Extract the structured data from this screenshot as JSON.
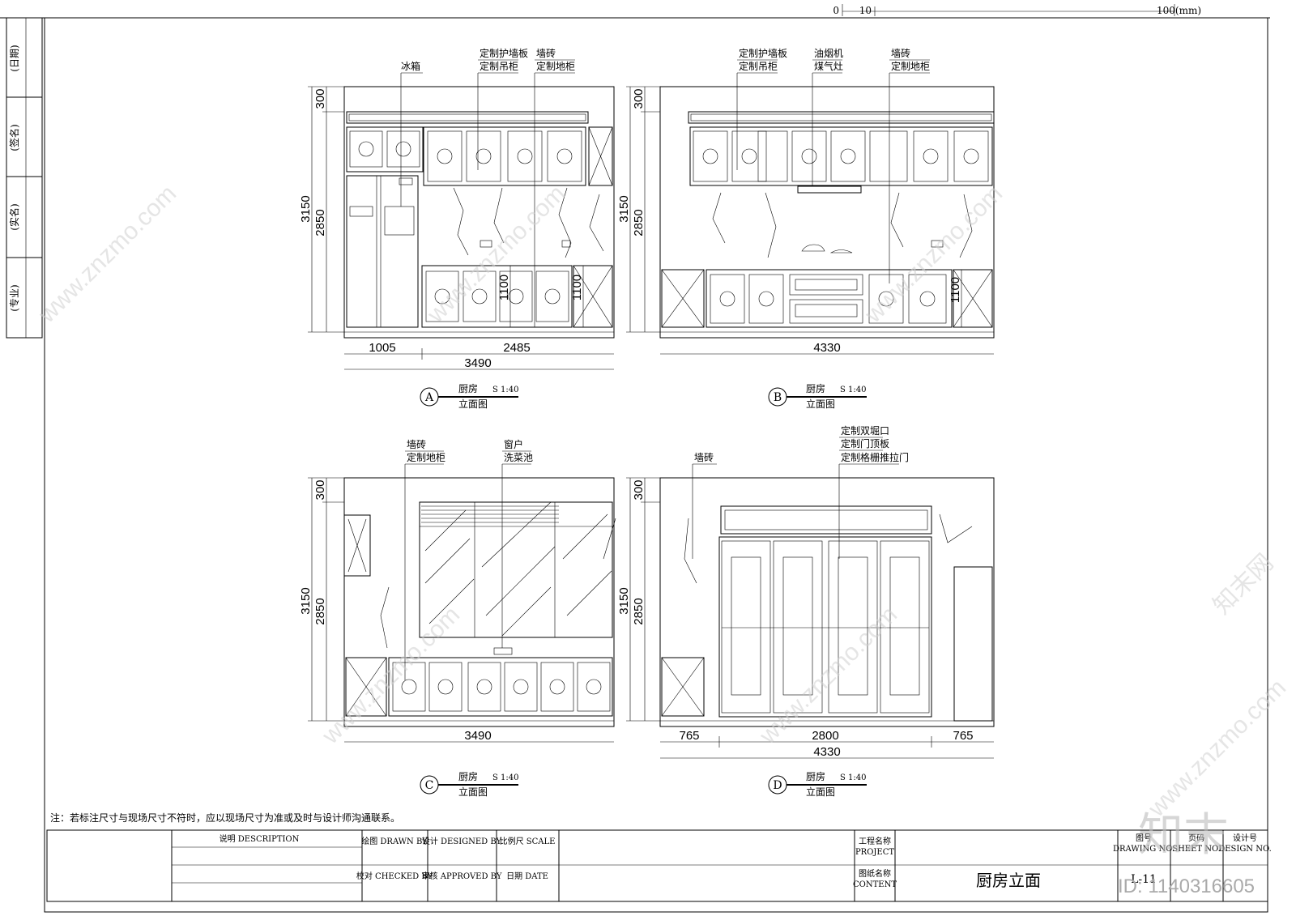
{
  "scale_bar": {
    "zero": "0",
    "ten": "10",
    "hundred": "100(mm)"
  },
  "side_strip": {
    "date": "(日期)",
    "sign": "(签名)",
    "real_name": "(实名)",
    "major": "(专业)"
  },
  "views": [
    {
      "id": "A",
      "title": "厨房",
      "scale": "S 1:40",
      "subtitle": "立面图",
      "callouts": [
        "冰箱",
        "定制护墙板",
        "定制吊柜",
        "墙砖",
        "定制地柜"
      ],
      "dims": {
        "total_h": "3150",
        "h": "2850",
        "top": "300",
        "counter": "1100",
        "counter2": "1100",
        "w1": "1005",
        "w2": "2485",
        "total_w": "3490"
      }
    },
    {
      "id": "B",
      "title": "厨房",
      "scale": "S 1:40",
      "subtitle": "立面图",
      "callouts": [
        "定制护墙板",
        "定制吊柜",
        "油烟机",
        "煤气灶",
        "墙砖",
        "定制地柜"
      ],
      "dims": {
        "total_h": "3150",
        "h": "2850",
        "top": "300",
        "counter": "1100",
        "total_w": "4330"
      }
    },
    {
      "id": "C",
      "title": "厨房",
      "scale": "S 1:40",
      "subtitle": "立面图",
      "callouts": [
        "墙砖",
        "定制地柜",
        "窗户",
        "洗菜池"
      ],
      "dims": {
        "total_h": "3150",
        "h": "2850",
        "top": "300",
        "total_w": "3490"
      }
    },
    {
      "id": "D",
      "title": "厨房",
      "scale": "S 1:40",
      "subtitle": "立面图",
      "callouts": [
        "墙砖",
        "定制双堀口",
        "定制门顶板",
        "定制格栅推拉门"
      ],
      "dims": {
        "total_h": "3150",
        "h": "2850",
        "top": "300",
        "w1": "765",
        "w2": "2800",
        "w3": "765",
        "total_w": "4330"
      }
    }
  ],
  "note": "注：若标注尺寸与现场尺寸不符时，应以现场尺寸为准或及时与设计师沟通联系。",
  "title_block": {
    "description": "说明 DESCRIPTION",
    "drawn_by": "绘图 DRAWN BY",
    "designed_by": "设计 DESIGNED BY",
    "scale": "比例尺 SCALE",
    "checked_by": "校对 CHECKED BY",
    "approved_by": "审核 APPROVED BY",
    "date": "日期 DATE",
    "project_cn": "工程名称",
    "project_en": "PROJECT",
    "content_cn": "图纸名称",
    "content_en": "CONTENT",
    "content_value": "厨房立面",
    "drawing_no_cn": "图号",
    "drawing_no_en": "DRAWING NO.",
    "sheet_no_cn": "页码",
    "sheet_no_en": "SHEET NO.",
    "design_no_cn": "设计号",
    "design_no_en": "DESIGN NO.",
    "sheet_value": "L-11"
  },
  "watermark": {
    "text": "www.znzmo.com",
    "brand": "知末网",
    "logo": "知末",
    "id": "ID: 1140316605"
  }
}
